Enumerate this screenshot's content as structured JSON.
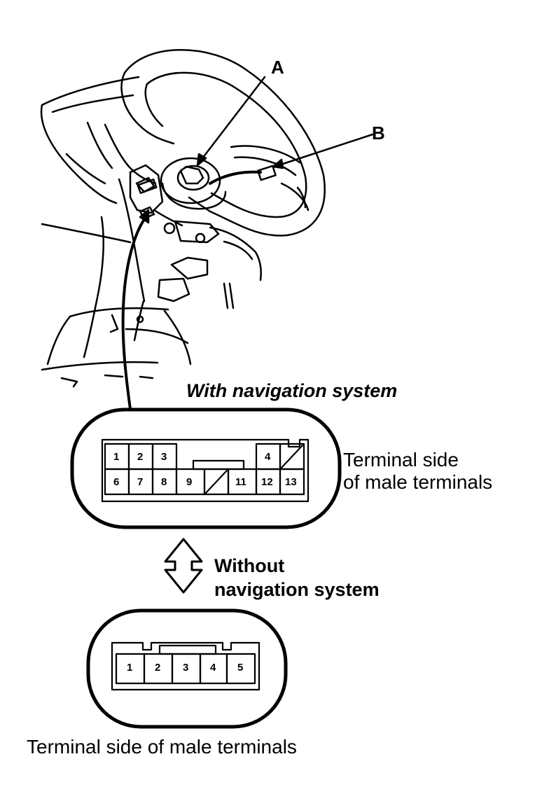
{
  "callouts": {
    "a": "A",
    "b": "B"
  },
  "nav_connector": {
    "heading": "With navigation system",
    "caption_line1": "Terminal side",
    "caption_line2": "of male terminals",
    "top_row": [
      "1",
      "2",
      "3",
      "4"
    ],
    "bottom_row": [
      "6",
      "7",
      "8",
      "9",
      "11",
      "12",
      "13"
    ]
  },
  "switch_label": {
    "line1": "Without",
    "line2": "navigation system"
  },
  "basic_connector": {
    "pins": [
      "1",
      "2",
      "3",
      "4",
      "5"
    ],
    "caption": "Terminal side of male terminals"
  },
  "icons": {
    "double_arrow": "up-down-double-arrow-icon"
  }
}
